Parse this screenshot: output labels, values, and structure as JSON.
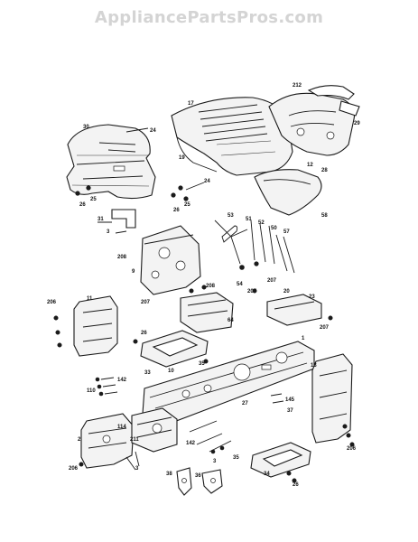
{
  "watermark": "AppliancePartsPros.com",
  "colors": {
    "ink": "#1a1a1a",
    "watermark": "#d4d4d4",
    "background": "#ffffff"
  },
  "callouts": [
    "30",
    "24",
    "17",
    "212",
    "29",
    "19",
    "12",
    "28",
    "25",
    "26",
    "24",
    "25",
    "26",
    "58",
    "31",
    "3",
    "53",
    "208",
    "9",
    "51",
    "52",
    "50",
    "57",
    "54",
    "207",
    "206",
    "11",
    "208",
    "207",
    "64",
    "207",
    "23",
    "20",
    "207",
    "26",
    "33",
    "10",
    "35",
    "1",
    "13",
    "110",
    "142",
    "145",
    "37",
    "27",
    "2",
    "114",
    "211",
    "142",
    "3",
    "3",
    "35",
    "34",
    "26",
    "206",
    "206",
    "38",
    "36"
  ]
}
